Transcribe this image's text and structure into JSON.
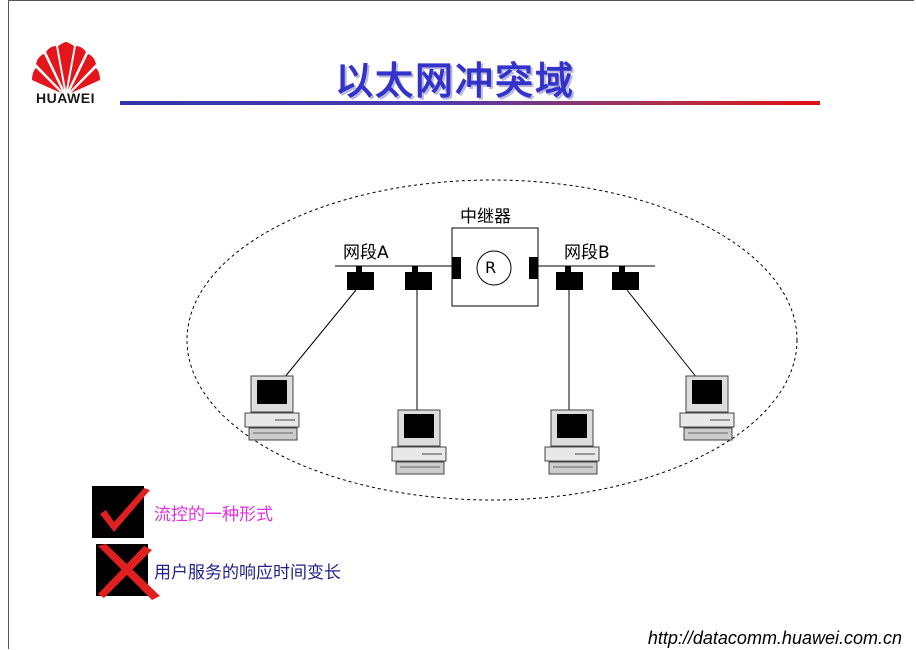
{
  "header": {
    "brand": "HUAWEI",
    "title": "以太网冲突域"
  },
  "diagram": {
    "repeater_label": "中继器",
    "repeater_symbol": "R",
    "segment_a_label": "网段A",
    "segment_b_label": "网段B"
  },
  "bullets": [
    {
      "text": "流控的一种形式",
      "icon": "check-icon",
      "color": "#e030e0"
    },
    {
      "text": "用户服务的响应时间变长",
      "icon": "cross-icon",
      "color": "#22228a"
    }
  ],
  "footer": {
    "url": "http://datacomm.huawei.com.cn"
  },
  "colors": {
    "title": "#3333cc",
    "check": "#e02020",
    "cross": "#e02020"
  }
}
